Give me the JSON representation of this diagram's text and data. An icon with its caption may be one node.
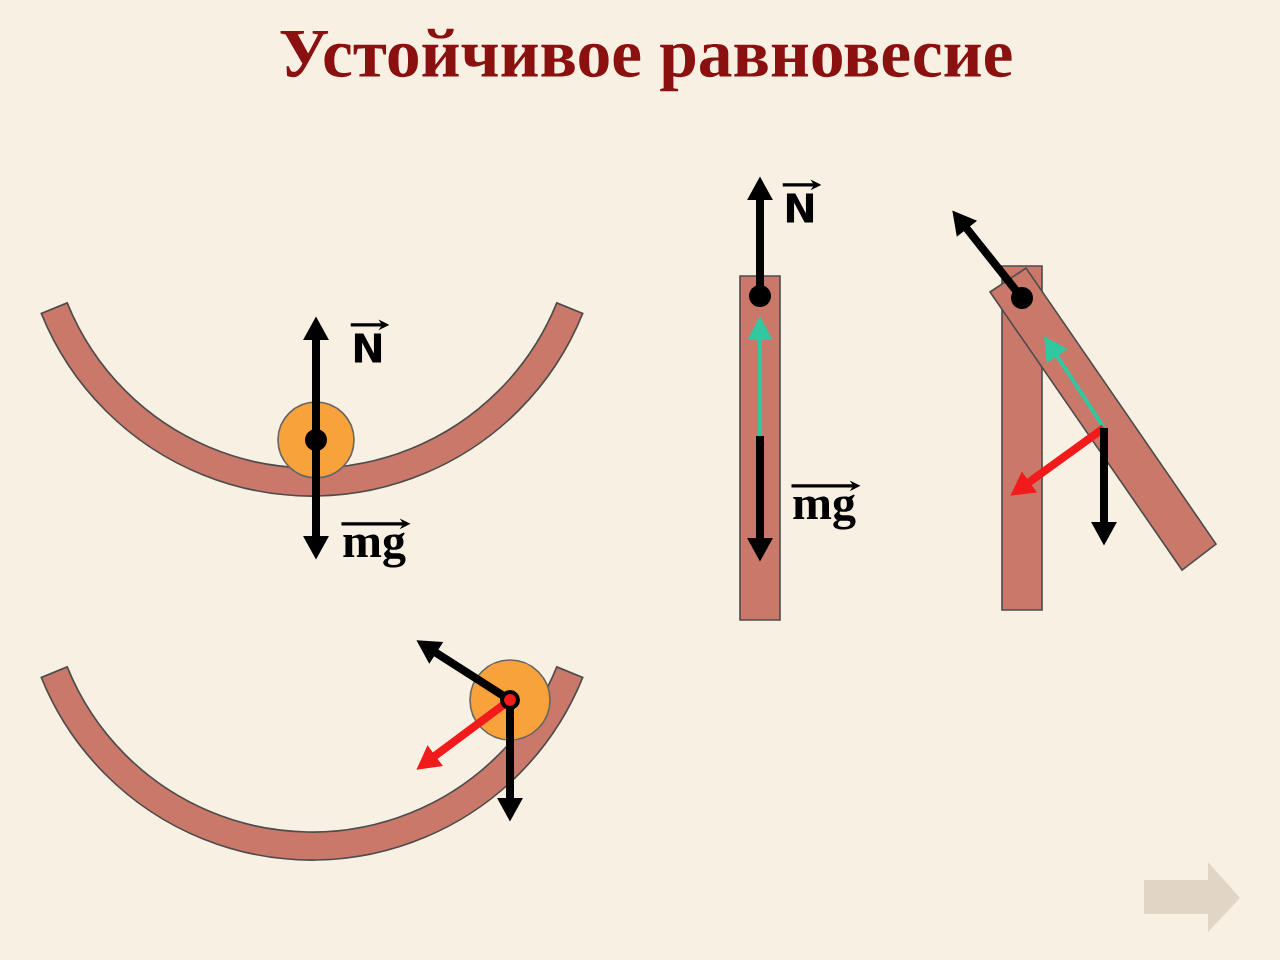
{
  "diagram": {
    "title": "Устойчивое равновесие",
    "labels": [
      "N",
      "N",
      "mg",
      "mg"
    ]
  }
}
